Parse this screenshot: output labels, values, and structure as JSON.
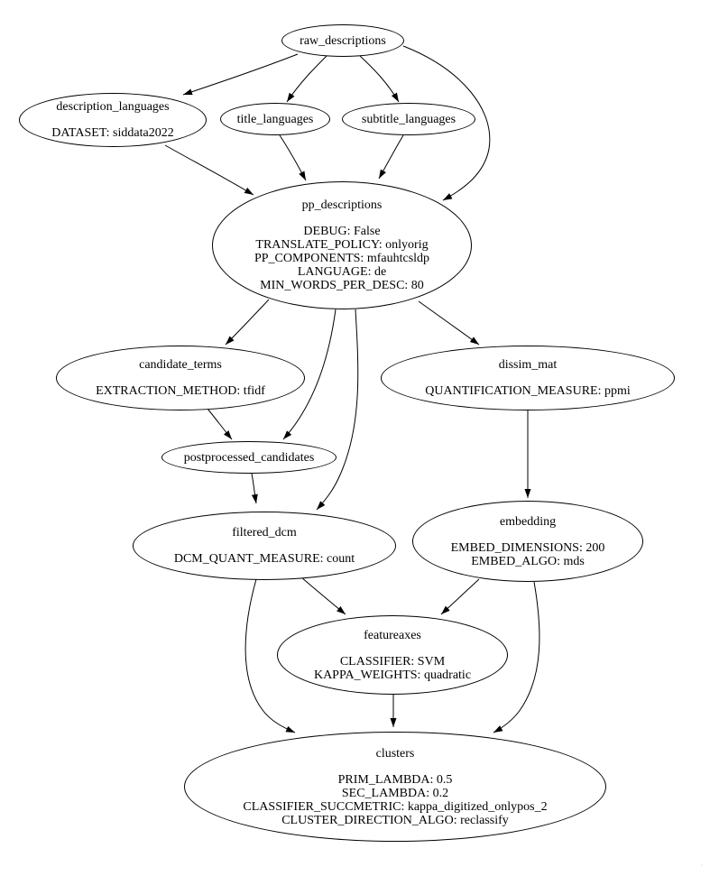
{
  "diagram": {
    "kind": "dependency-graph",
    "background_color": "#ffffff",
    "node_fill_color": "#ffffff",
    "node_stroke_color": "#000000",
    "edge_color": "#000000",
    "corner_artifact": "·",
    "nodes": [
      {
        "id": "raw_descriptions",
        "title": "raw_descriptions",
        "params": []
      },
      {
        "id": "description_languages",
        "title": "description_languages",
        "params": [
          "DATASET: siddata2022"
        ]
      },
      {
        "id": "title_languages",
        "title": "title_languages",
        "params": []
      },
      {
        "id": "subtitle_languages",
        "title": "subtitle_languages",
        "params": []
      },
      {
        "id": "pp_descriptions",
        "title": "pp_descriptions",
        "params": [
          "DEBUG: False",
          "TRANSLATE_POLICY: onlyorig",
          "PP_COMPONENTS: mfauhtcsldp",
          "LANGUAGE: de",
          "MIN_WORDS_PER_DESC: 80"
        ]
      },
      {
        "id": "candidate_terms",
        "title": "candidate_terms",
        "params": [
          "EXTRACTION_METHOD: tfidf"
        ]
      },
      {
        "id": "dissim_mat",
        "title": "dissim_mat",
        "params": [
          "QUANTIFICATION_MEASURE: ppmi"
        ]
      },
      {
        "id": "postprocessed_candidates",
        "title": "postprocessed_candidates",
        "params": []
      },
      {
        "id": "filtered_dcm",
        "title": "filtered_dcm",
        "params": [
          "DCM_QUANT_MEASURE: count"
        ]
      },
      {
        "id": "embedding",
        "title": "embedding",
        "params": [
          "EMBED_DIMENSIONS: 200",
          "EMBED_ALGO: mds"
        ]
      },
      {
        "id": "featureaxes",
        "title": "featureaxes",
        "params": [
          "CLASSIFIER: SVM",
          "KAPPA_WEIGHTS: quadratic"
        ]
      },
      {
        "id": "clusters",
        "title": "clusters",
        "params": [
          "PRIM_LAMBDA: 0.5",
          "SEC_LAMBDA: 0.2",
          "CLASSIFIER_SUCCMETRIC: kappa_digitized_onlypos_2",
          "CLUSTER_DIRECTION_ALGO: reclassify"
        ]
      }
    ],
    "edges": [
      {
        "from": "raw_descriptions",
        "to": "description_languages"
      },
      {
        "from": "raw_descriptions",
        "to": "title_languages"
      },
      {
        "from": "raw_descriptions",
        "to": "subtitle_languages"
      },
      {
        "from": "raw_descriptions",
        "to": "pp_descriptions"
      },
      {
        "from": "description_languages",
        "to": "pp_descriptions"
      },
      {
        "from": "title_languages",
        "to": "pp_descriptions"
      },
      {
        "from": "subtitle_languages",
        "to": "pp_descriptions"
      },
      {
        "from": "pp_descriptions",
        "to": "candidate_terms"
      },
      {
        "from": "pp_descriptions",
        "to": "dissim_mat"
      },
      {
        "from": "pp_descriptions",
        "to": "postprocessed_candidates"
      },
      {
        "from": "pp_descriptions",
        "to": "filtered_dcm"
      },
      {
        "from": "candidate_terms",
        "to": "postprocessed_candidates"
      },
      {
        "from": "postprocessed_candidates",
        "to": "filtered_dcm"
      },
      {
        "from": "dissim_mat",
        "to": "embedding"
      },
      {
        "from": "filtered_dcm",
        "to": "featureaxes"
      },
      {
        "from": "embedding",
        "to": "featureaxes"
      },
      {
        "from": "filtered_dcm",
        "to": "clusters"
      },
      {
        "from": "featureaxes",
        "to": "clusters"
      },
      {
        "from": "embedding",
        "to": "clusters"
      }
    ]
  }
}
